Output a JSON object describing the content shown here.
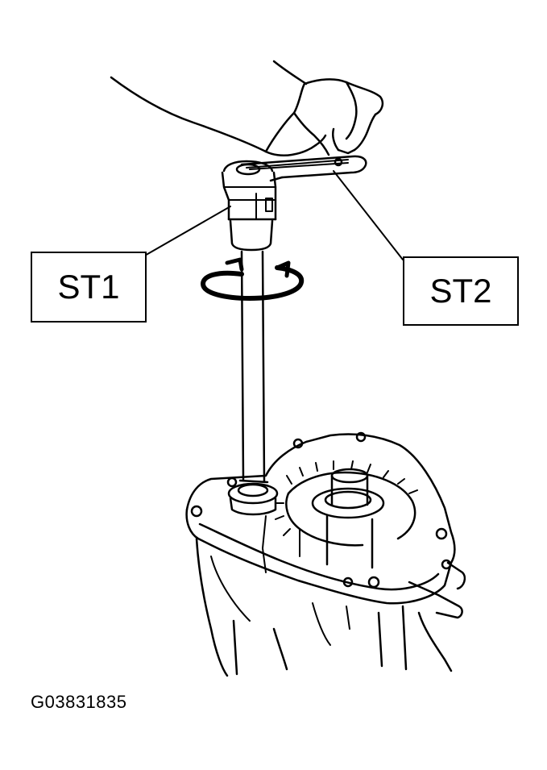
{
  "labels": {
    "st1": "ST1",
    "st2": "ST2"
  },
  "figure_code": "G03831835",
  "colors": {
    "ink": "#000000",
    "paper": "#ffffff"
  },
  "icons": {
    "rotation": "rotation-arrow-icon"
  }
}
